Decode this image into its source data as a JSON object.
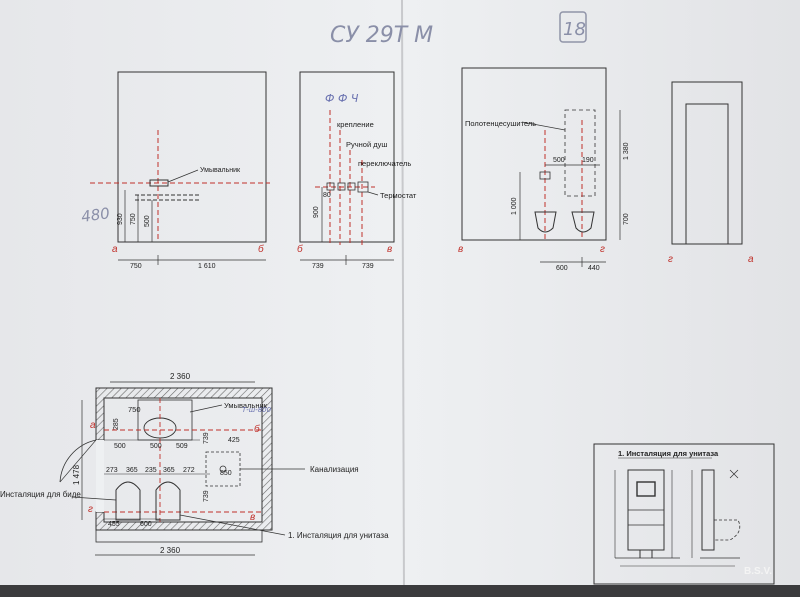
{
  "handwriting": {
    "header": "СУ 29Т М",
    "page_no": "18",
    "note_480": "480",
    "note_top_elev": "Ф Ф Ч",
    "note_plan": "Т-ш-800"
  },
  "elevation_a_b": {
    "label_a": "а",
    "label_b": "б",
    "sink_label": "Умывальник",
    "dim_930": "930",
    "dim_750_v": "750",
    "dim_500": "500",
    "dim_750": "750",
    "dim_1610": "1 610"
  },
  "elevation_b_v": {
    "label_b": "б",
    "label_v": "в",
    "mount": "крепление",
    "hand_shower": "Ручной душ",
    "switch": "переключатель",
    "thermostat": "Термостат",
    "dim_900": "900",
    "dim_80": "80",
    "dim_739a": "739",
    "dim_739b": "739"
  },
  "elevation_v_g": {
    "label_v": "в",
    "label_g": "г",
    "towel_dryer": "Полотенцесушитель",
    "dim_1000": "1 000",
    "dim_500": "500",
    "dim_190": "190",
    "dim_1380": "1 380",
    "dim_700": "700",
    "dim_600": "600",
    "dim_440": "440"
  },
  "elevation_g_a": {
    "label_g": "г",
    "label_a": "а"
  },
  "plan": {
    "dim_top": "2 360",
    "dim_bottom": "2 360",
    "dim_1478": "1 478",
    "dim_750": "750",
    "dim_285": "285",
    "dim_500a": "500",
    "dim_500b": "500",
    "dim_509": "509",
    "dim_739a": "739",
    "dim_739b": "739",
    "dim_425": "425",
    "dim_850": "850",
    "dim_273": "273",
    "dim_365a": "365",
    "dim_235": "235",
    "dim_365b": "365",
    "dim_272": "272",
    "dim_455": "455",
    "dim_600": "600",
    "sink": "Умывальник",
    "sewer": "Канализация",
    "bidet_install": "Инсталяция для биде",
    "toilet_install": "1. Инсталяция для унитаза",
    "label_a": "а",
    "label_b": "б",
    "label_v": "в",
    "label_g": "г"
  },
  "detail": {
    "title": "1. Инсталяция для унитаза"
  },
  "watermark": "B.S.V."
}
